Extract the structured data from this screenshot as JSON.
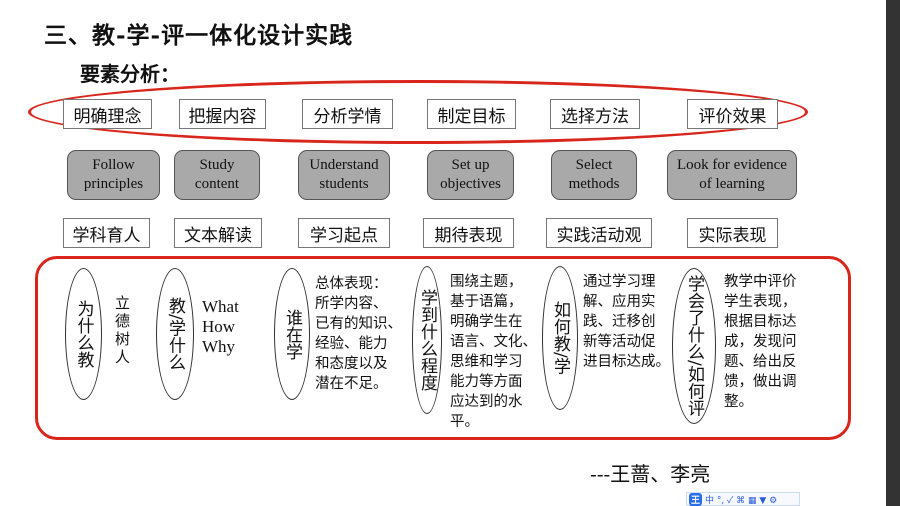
{
  "title": "三、教-学-评一体化设计实践",
  "subtitle": "要素分析：",
  "row1": [
    "明确理念",
    "把握内容",
    "分析学情",
    "制定目标",
    "选择方法",
    "评价效果"
  ],
  "row2": [
    "Follow\nprinciples",
    "Study\ncontent",
    "Understand\nstudents",
    "Set up\nobjectives",
    "Select\nmethods",
    "Look for evidence\nof learning"
  ],
  "row3": [
    "学科育人",
    "文本解读",
    "学习起点",
    "期待表现",
    "实践活动观",
    "实际表现"
  ],
  "details": {
    "q1": "为什么教",
    "a1": "立德树人",
    "q2": "教/学什么",
    "a2": "What\nHow\nWhy",
    "q3": "谁在学",
    "a3": "总体表现：\n所学内容、\n已有的知识、\n经验、能力\n和态度以及\n潜在不足。",
    "q4": "学到什么程度",
    "a4": "围绕主题，\n基于语篇，\n明确学生在\n语言、文化、\n思维和学习\n能力等方面\n应达到的水\n平。",
    "q5": "如何教/学",
    "a5": "通过学习理\n解、应用实\n践、迁移创\n新等活动促\n进目标达成。",
    "q6": "学会了什么/如何评",
    "a6": "教学中评价\n学生表现，\n根据目标达\n成，发现问\n题、给出反\n馈，做出调\n整。"
  },
  "author": "---王蔷、李亮",
  "ime": {
    "logo": "王",
    "items": "中 °, ✓ ⌘ ▦ ▼ ⚙"
  }
}
